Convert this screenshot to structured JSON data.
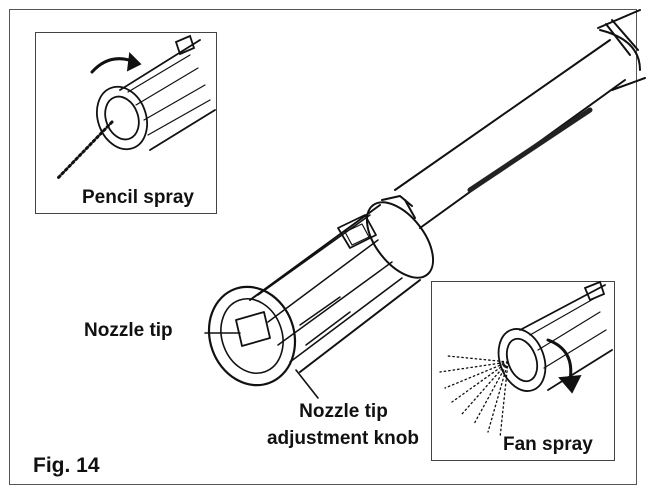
{
  "figure": {
    "label": "Fig. 14"
  },
  "insets": {
    "pencil": {
      "caption": "Pencil spray"
    },
    "fan": {
      "caption": "Fan spray"
    }
  },
  "callouts": {
    "nozzle_tip": "Nozzle tip",
    "adjustment_knob_line1": "Nozzle tip",
    "adjustment_knob_line2": "adjustment knob"
  }
}
